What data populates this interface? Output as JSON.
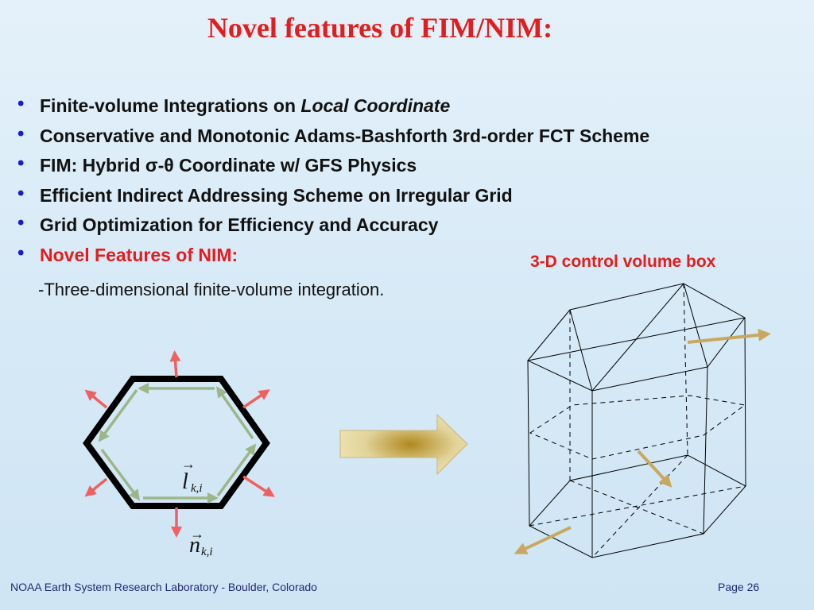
{
  "title": "Novel features of FIM/NIM:",
  "bullets": [
    {
      "text": "Finite-volume Integrations on ",
      "emphasis": "Local Coordinate"
    },
    {
      "text": "Conservative and Monotonic Adams-Bashforth 3rd-order FCT Scheme"
    },
    {
      "text": "FIM: Hybrid σ-θ Coordinate w/ GFS Physics"
    },
    {
      "text": "Efficient Indirect Addressing Scheme on Irregular Grid"
    },
    {
      "text": "Grid Optimization for Efficiency and Accuracy"
    },
    {
      "text": "Novel Features of NIM:"
    }
  ],
  "bullet_symbol": "•",
  "subpoint": "-Three-dimensional finite-volume integration.",
  "diagram_caption": "3-D control volume box",
  "labels": {
    "l_symbol": "l",
    "n_symbol": "n",
    "subscript": "k,i",
    "vector_arrow": "→"
  },
  "footer": {
    "left": "NOAA Earth System Research Laboratory - Boulder, Colorado",
    "right": "Page 26"
  },
  "colors": {
    "title_red": "#e31d1d",
    "bullet_blue": "#1a1ad6",
    "footer_navy": "#1e2a78",
    "normal_arrow": "#f06060",
    "edge_arrow": "#9db58a",
    "flux_arrow": "#c8a860"
  }
}
